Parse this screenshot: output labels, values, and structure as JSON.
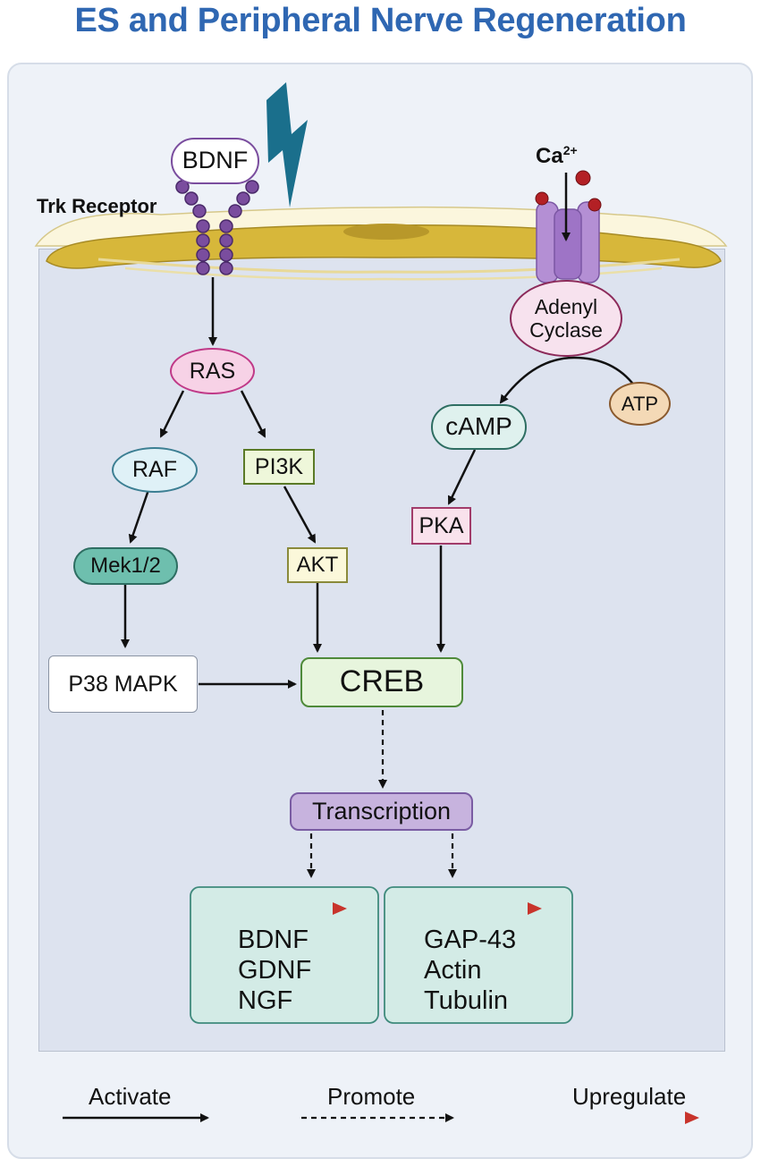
{
  "title": "ES and Peripheral Nerve Regeneration",
  "nodes": {
    "bdnf": "BDNF",
    "trk_receptor": "Trk Receptor",
    "ca_base": "Ca",
    "ca_sup": "2+",
    "adenyl_cyclase": [
      "Adenyl",
      "Cyclase"
    ],
    "atp": "ATP",
    "ras": "RAS",
    "raf": "RAF",
    "pi3k": "PI3K",
    "camp": "cAMP",
    "mek": "Mek1/2",
    "akt": "AKT",
    "pka": "PKA",
    "p38": "P38 MAPK",
    "creb": "CREB",
    "transcription": "Transcription"
  },
  "outputs": {
    "left": [
      "BDNF",
      "GDNF",
      "NGF"
    ],
    "right": [
      "GAP-43",
      "Actin",
      "Tubulin"
    ]
  },
  "legend": {
    "activate": "Activate",
    "promote": "Promote",
    "upregulate": "Upregulate"
  },
  "colors": {
    "title": "#2f67b2",
    "bolt": "#1a6f8c",
    "membrane": "#d7b73a",
    "upregulate_arrow": "#c8342c",
    "calcium": "#b32025",
    "channel": "#b48fd4"
  }
}
